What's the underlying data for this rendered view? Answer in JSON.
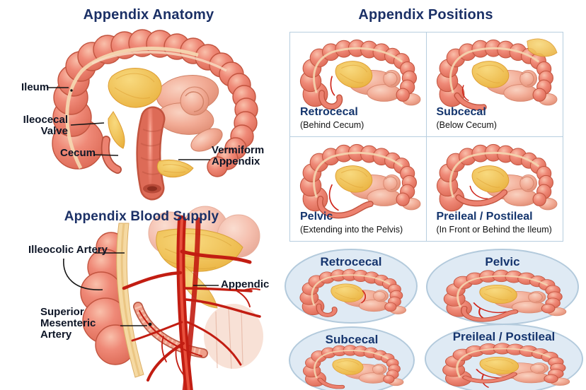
{
  "anatomy": {
    "title": "Appendix Anatomy",
    "labels": {
      "ileum": "Ileum",
      "ileocecal_valve": "Ileocecal Valve",
      "cecum": "Cecum",
      "vermiform_appendix": "Vermiform Appendix"
    }
  },
  "blood_supply": {
    "title": "Appendix Blood Supply",
    "labels": {
      "ileocolic_artery": "Illeocolic Artery",
      "superior_mesenteric_artery": "Superior Mesenteric Artery",
      "appendix": "Appendic"
    }
  },
  "positions": {
    "title": "Appendix Positions",
    "panels": [
      {
        "label": "Retrocecal",
        "sublabel": "(Behind Cecum)"
      },
      {
        "label": "Subcecal",
        "sublabel": "(Below Cecum)"
      },
      {
        "label": "Pelvic",
        "sublabel": "(Extending into the Pelvis)"
      },
      {
        "label": "Preileal / Postileal",
        "sublabel": "(In Front or Behind the Ileum)"
      }
    ],
    "ovals": [
      {
        "label": "Retrocecal"
      },
      {
        "label": "Pelvic"
      },
      {
        "label": "Subcecal"
      },
      {
        "label": "Preileal / Postileal"
      }
    ]
  },
  "colors": {
    "title_navy": "#1b3066",
    "label_dark": "#0e1627",
    "intestine_salmon": "#ec8270",
    "intestine_outline": "#c2543f",
    "small_bowel_pale": "#f3b29d",
    "mesentery_yellow": "#f3c054",
    "artery_red": "#c92015",
    "grid_border": "#b7cedf",
    "oval_fill": "#dfeaf4",
    "oval_border": "#b3cadc"
  }
}
